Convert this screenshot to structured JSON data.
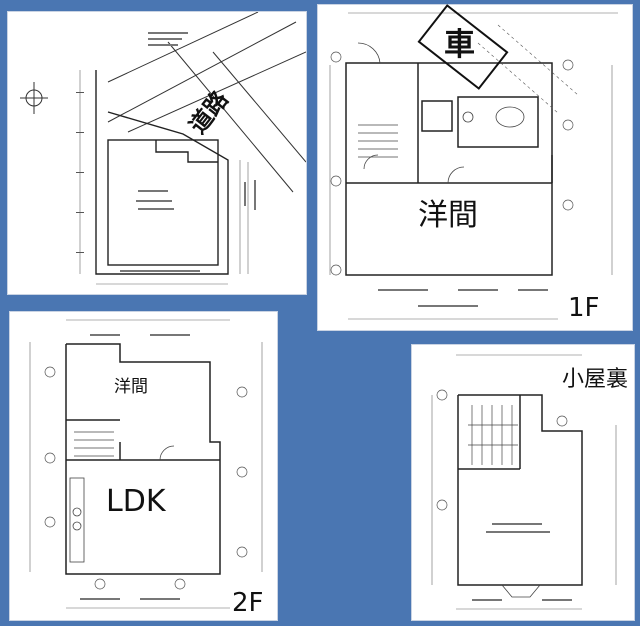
{
  "site_plan": {
    "road_label": "道路"
  },
  "floor_1f": {
    "car_label": "車",
    "room_label": "洋間",
    "floor_label": "1F"
  },
  "floor_2f": {
    "room_label": "洋間",
    "ldk_label": "LDK",
    "floor_label": "2F"
  },
  "attic": {
    "label": "小屋裏"
  },
  "colors": {
    "background": "#4a76b2",
    "panel": "#ffffff",
    "line": "#222222"
  }
}
